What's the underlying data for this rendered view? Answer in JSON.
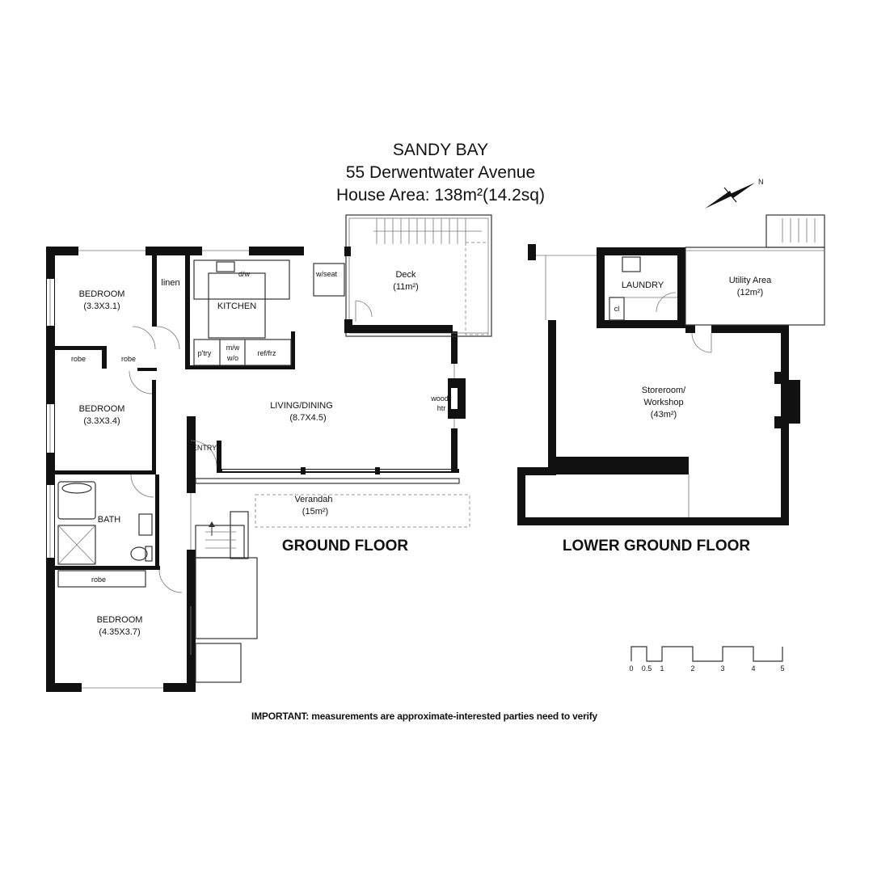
{
  "header": {
    "suburb": "SANDY BAY",
    "address": "55 Derwentwater Avenue",
    "area": "House Area: 138m²(14.2sq)"
  },
  "compass": {
    "north_label": "N"
  },
  "ground_floor": {
    "heading": "GROUND FLOOR",
    "rooms": {
      "bedroom1_name": "BEDROOM",
      "bedroom1_size": "(3.3X3.1)",
      "linen": "linen",
      "kitchen": "KITCHEN",
      "dw": "d/w",
      "wseat": "w/seat",
      "pantry": "p'try",
      "mw1": "m/w",
      "mw2": "w/o",
      "fridge": "ref/frz",
      "robe_a": "robe",
      "robe_b": "robe",
      "bedroom2_name": "BEDROOM",
      "bedroom2_size": "(3.3X3.4)",
      "living_name": "LIVING/DINING",
      "living_size": "(8.7X4.5)",
      "deck_name": "Deck",
      "deck_size": "(11m²)",
      "wood1": "wood",
      "wood2": "htr",
      "entry": "ENTRY",
      "verandah_name": "Verandah",
      "verandah_size": "(15m²)",
      "bath": "BATH",
      "robe_c": "robe",
      "bedroom3_name": "BEDROOM",
      "bedroom3_size": "(4.35X3.7)"
    }
  },
  "lower_ground_floor": {
    "heading": "LOWER GROUND FLOOR",
    "rooms": {
      "laundry": "LAUNDRY",
      "cl": "cl",
      "utility_name": "Utility Area",
      "utility_size": "(12m²)",
      "store_name1": "Storeroom/",
      "store_name2": "Workshop",
      "store_size": "(43m²)"
    }
  },
  "scale_bar": {
    "ticks": [
      "0",
      "0.5",
      "1",
      "2",
      "3",
      "4",
      "5"
    ]
  },
  "footer": {
    "notice": "IMPORTANT: measurements are approximate-interested parties need to verify"
  }
}
